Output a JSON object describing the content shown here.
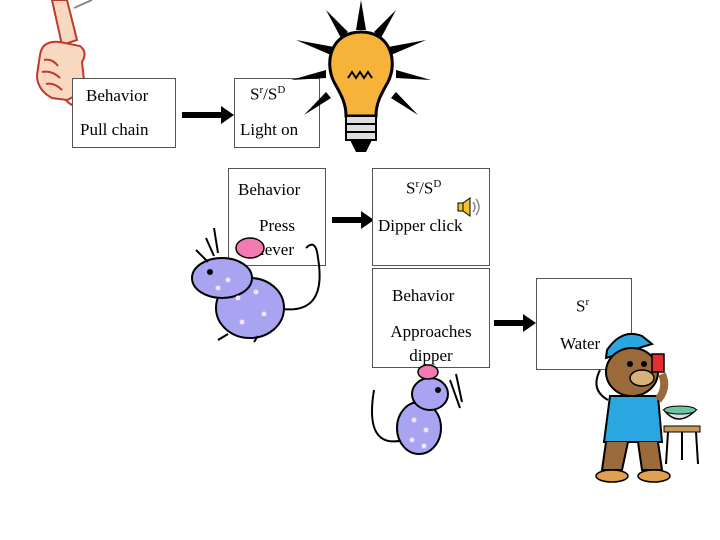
{
  "row1": {
    "behavior_header": "Behavior",
    "behavior_value": "Pull chain",
    "stim_header": "Sr/SD",
    "stim_value": "Light on"
  },
  "row2": {
    "behavior_header": "Behavior",
    "behavior_value_line1": "Press",
    "behavior_value_line2": "lever",
    "stim_header": "Sr/SD",
    "stim_value": "Dipper click"
  },
  "row3": {
    "behavior_header": "Behavior",
    "behavior_value_line1": "Approaches",
    "behavior_value_line2": "dipper",
    "stim_header": "Sr",
    "stim_value": "Water"
  },
  "colors": {
    "bulb": "#f7b23a",
    "rat": "#a9a4f2",
    "bear_shirt": "#2aa7e0",
    "bear_fur": "#9a6a3a"
  },
  "icons": [
    "pull-chain-hand-icon",
    "light-bulb-icon",
    "speaker-icon",
    "rat-icon",
    "bear-drinking-icon"
  ]
}
